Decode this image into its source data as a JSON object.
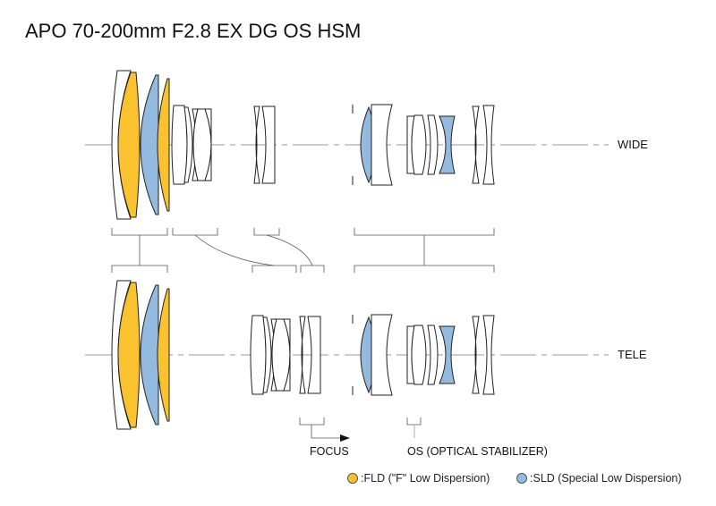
{
  "title": "APO 70-200mm F2.8 EX DG OS HSM",
  "labels": {
    "wide": "WIDE",
    "tele": "TELE",
    "focus": "FOCUS",
    "os": "OS (OPTICAL STABILIZER)"
  },
  "legend": [
    {
      "symbol": ":",
      "text": "FLD (\"F\" Low Dispersion)",
      "color": "#F9C22E"
    },
    {
      "symbol": ":",
      "text": "SLD (Special Low Dispersion)",
      "color": "#94BBDF"
    }
  ],
  "colors": {
    "fld": "#F9C22E",
    "sld": "#94BBDF",
    "line": "#222222",
    "axis": "#777777"
  }
}
